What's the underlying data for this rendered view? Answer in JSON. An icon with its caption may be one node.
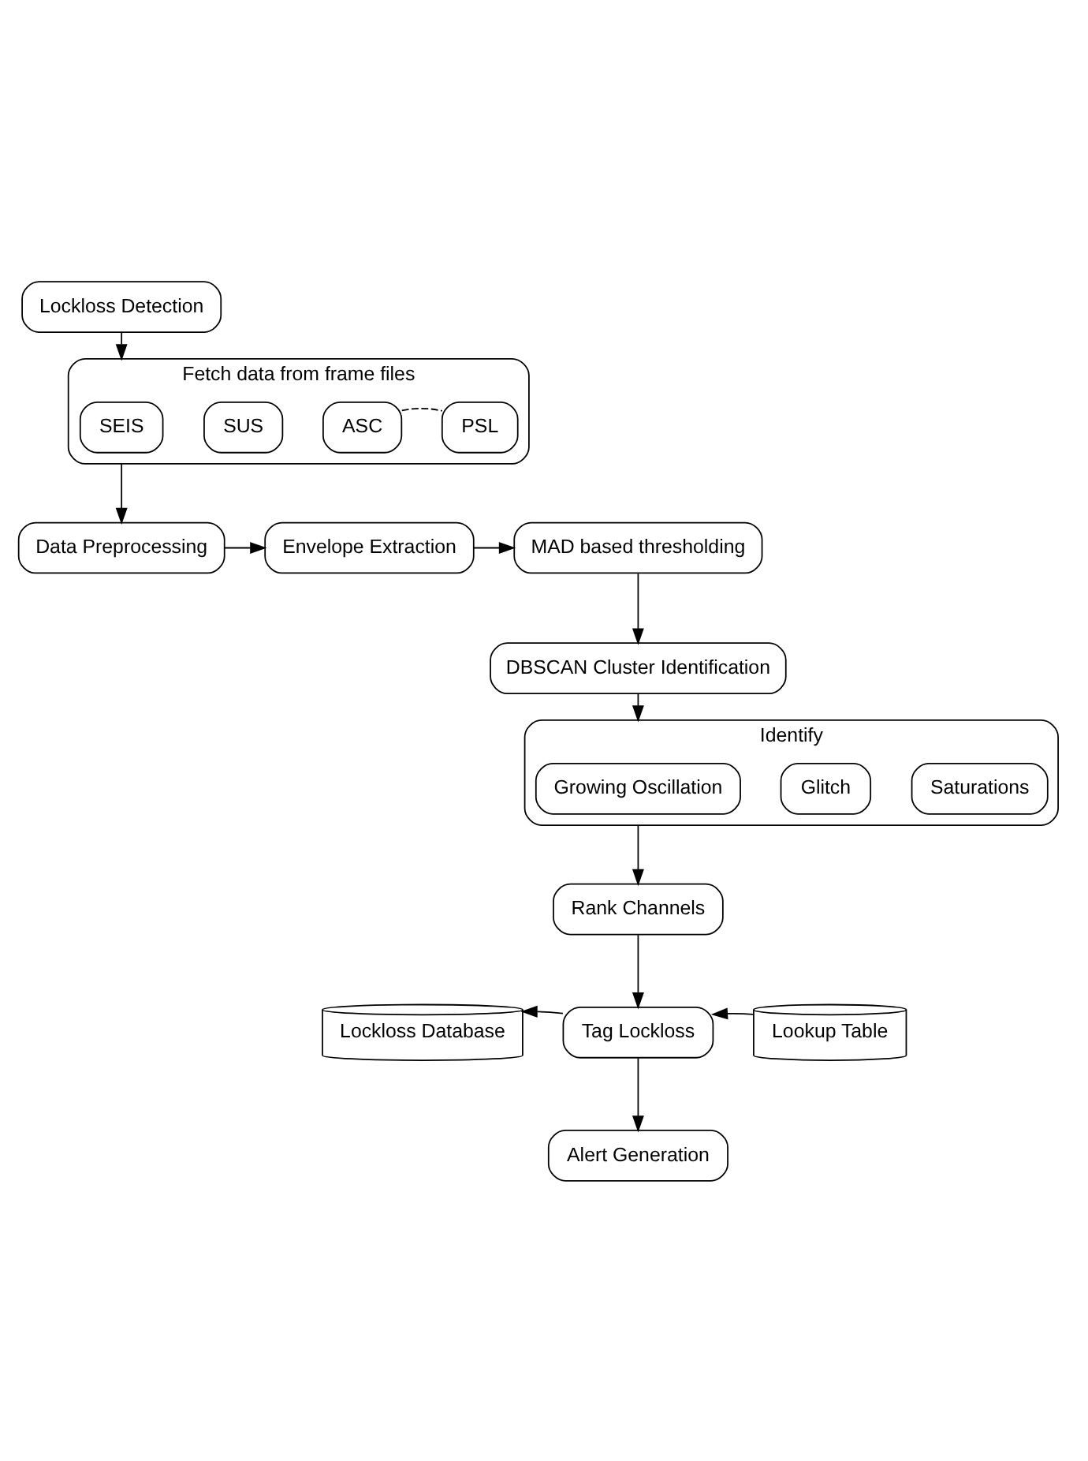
{
  "diagram": {
    "nodes": [
      {
        "text": [
          "Lockloss Detection"
        ]
      },
      {
        "text": [
          "Fetch data from frame files"
        ]
      },
      {
        "text": [
          "SEIS"
        ],
        "in": 1
      },
      {
        "text": [
          "SUS"
        ],
        "in": 1
      },
      {
        "text": [
          "ASC"
        ],
        "in": 1
      },
      {
        "text": [
          "PSL"
        ],
        "in": 1
      },
      {
        "text": [
          "Data Preprocessing"
        ]
      },
      {
        "text": [
          "Envelope Extraction"
        ]
      },
      {
        "text": [
          "MAD based thresholding"
        ]
      },
      {
        "text": [
          "DBSCAN Cluster Identification"
        ]
      },
      {
        "text": [
          "Identify"
        ]
      },
      {
        "text": [
          "Growing Oscillation"
        ],
        "in": 10
      },
      {
        "text": [
          "Glitch"
        ],
        "in": 10
      },
      {
        "text": [
          "Saturations"
        ],
        "in": 10
      },
      {
        "text": [
          "Rank Channels"
        ]
      },
      {
        "text": [
          "Tag Lockloss"
        ]
      },
      {
        "text": [
          "Lockloss Database"
        ]
      },
      {
        "text": [
          "Alert Generation"
        ]
      },
      {
        "text": [
          "Lookup Table"
        ]
      }
    ],
    "edges": [
      {
        "from": 0,
        "to": 1,
        "arrow": "to"
      },
      {
        "from": 4,
        "to": 5,
        "arrow": "none",
        "style": "dashed"
      },
      {
        "from": 1,
        "to": 6,
        "arrow": "to"
      },
      {
        "from": 6,
        "to": 7,
        "arrow": "to"
      },
      {
        "from": 7,
        "to": 8,
        "arrow": "to"
      },
      {
        "from": 8,
        "to": 9,
        "arrow": "to"
      },
      {
        "from": 9,
        "to": 10,
        "arrow": "to"
      },
      {
        "from": 10,
        "to": 14,
        "arrow": "to"
      },
      {
        "from": 14,
        "to": 15,
        "arrow": "to"
      },
      {
        "from": 15,
        "to": 16,
        "arrow": "to"
      },
      {
        "from": 18,
        "to": 15,
        "arrow": "to"
      },
      {
        "from": 15,
        "to": 17,
        "arrow": "to"
      }
    ]
  }
}
